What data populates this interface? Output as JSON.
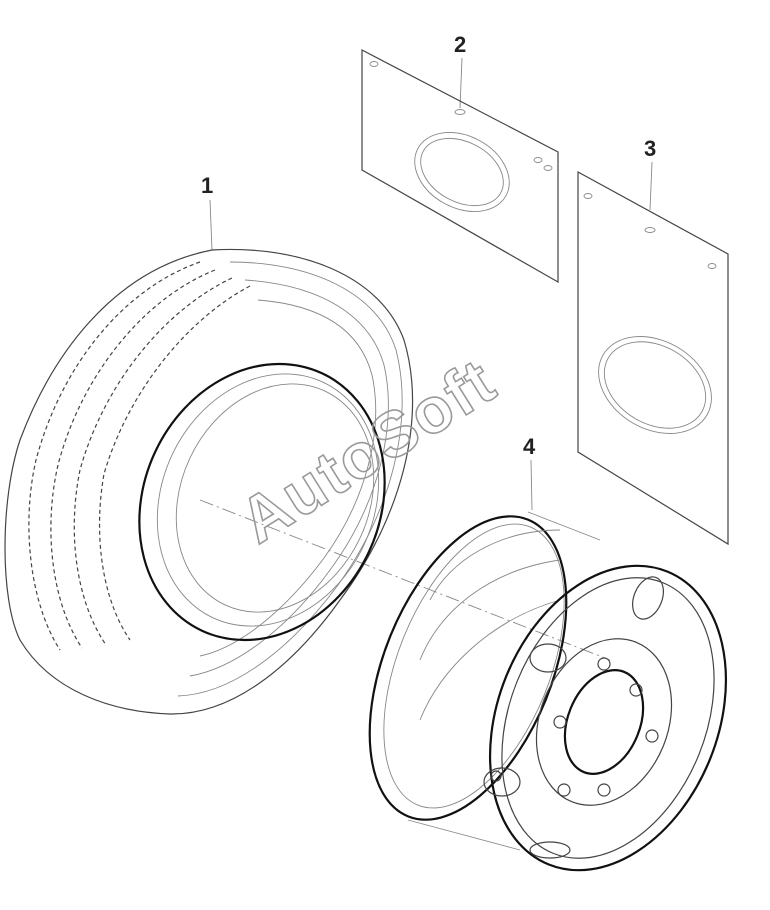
{
  "callouts": {
    "tire": "1",
    "cover_small": "2",
    "cover_large": "3",
    "rim": "4"
  },
  "watermark": "AutoSoft"
}
